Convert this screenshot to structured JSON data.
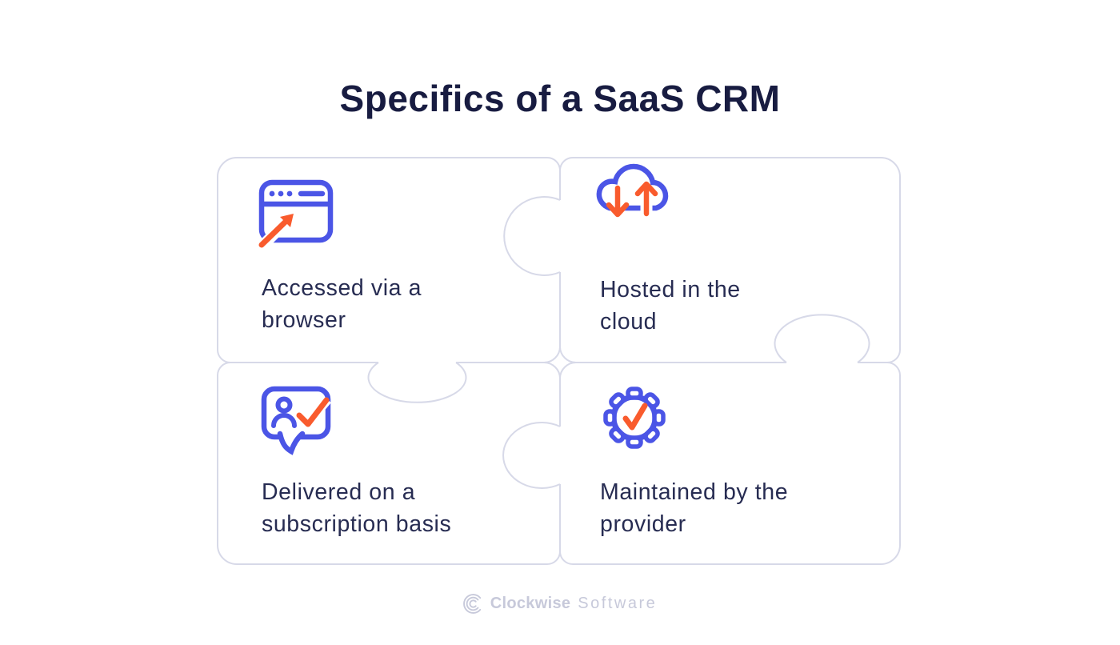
{
  "title": "Specifics of a SaaS CRM",
  "cards": [
    {
      "id": "accessed-via-browser",
      "icon": "browser-arrow-icon",
      "lines": [
        "Accessed via a",
        "browser"
      ]
    },
    {
      "id": "hosted-in-cloud",
      "icon": "cloud-transfer-icon",
      "lines": [
        "Hosted in the",
        "cloud"
      ]
    },
    {
      "id": "subscription-basis",
      "icon": "subscription-check-icon",
      "lines": [
        "Delivered on a",
        "subscription basis"
      ]
    },
    {
      "id": "maintained-by-provider",
      "icon": "gear-check-icon",
      "lines": [
        "Maintained by the",
        "provider"
      ]
    }
  ],
  "footer": {
    "brand_bold": "Clockwise",
    "brand_light": "Software"
  },
  "colors": {
    "accent_blue": "#4b55e6",
    "accent_orange": "#f95b2d",
    "title_navy": "#181c41",
    "body_navy": "#272c52",
    "outline_lavender": "#d7d9e8",
    "footer_gray": "#c7c9da",
    "background": "#ffffff"
  }
}
